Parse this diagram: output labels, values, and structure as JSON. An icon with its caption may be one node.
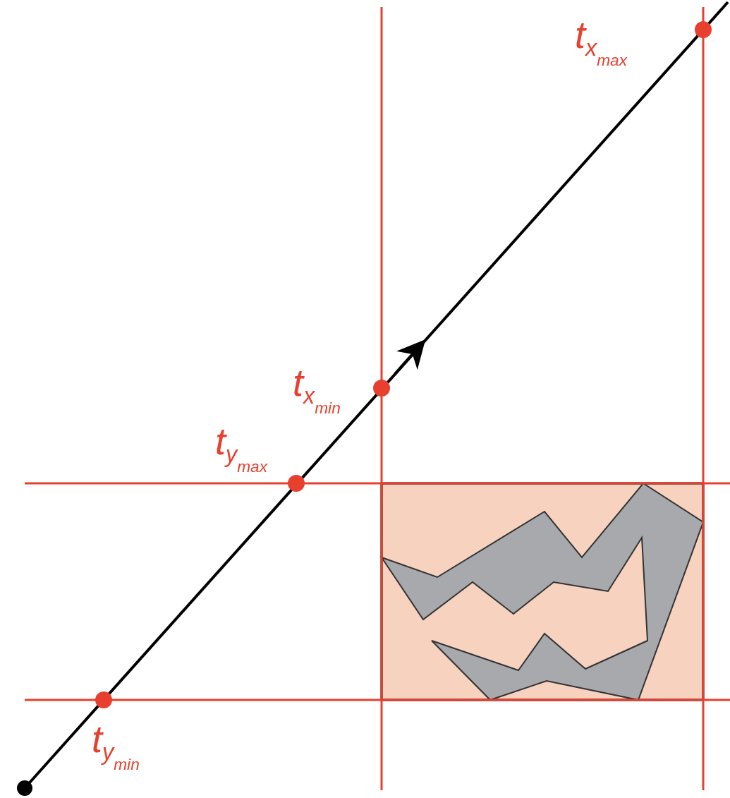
{
  "diagram": {
    "labels": [
      "t$_{x}$$_{max}$",
      "t$_{x}$$_{min}$",
      "t$_{y}$$_{max}$",
      "t$_{y}$$_{min}$"
    ]
  }
}
